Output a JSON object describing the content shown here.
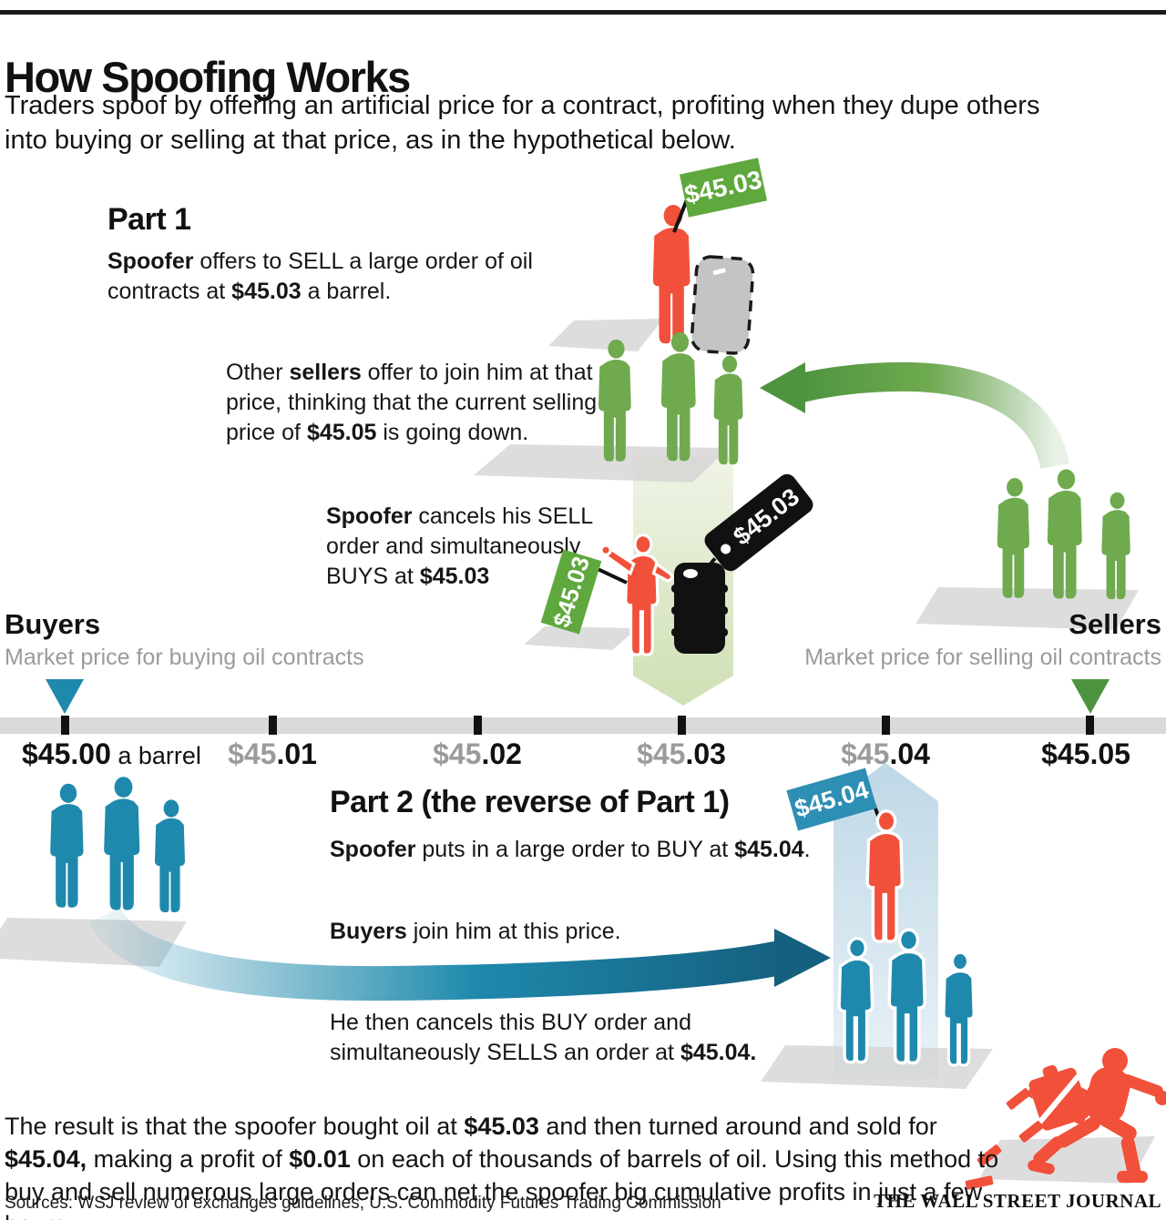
{
  "colors": {
    "red": "#f1503a",
    "green": "#6faa4f",
    "green-dark": "#4e9440",
    "green-flag": "#5fa83d",
    "band-green-light": "#f0f4e6",
    "band-green": "#cfe0b4",
    "teal": "#1e89ac",
    "teal-dark": "#15607f",
    "teal-flag": "#2e8fb4",
    "band-blue": "#bfd8e6",
    "band-blue-light": "#e9f2f7",
    "axis-gray": "#dadada",
    "text-gray": "#9b9b9b",
    "shadow-gray": "#d2d2d2",
    "placeholder-gray": "#c4c4c4"
  },
  "header": {
    "title": "How Spoofing Works",
    "subtitle_line1": "Traders spoof by offering an artificial price for a contract, profiting when they dupe others",
    "subtitle_line2": "into buying or selling at that price, as in the hypothetical below."
  },
  "part1": {
    "heading": "Part 1",
    "step1": {
      "s0": "Spoofer",
      "s1": " offers to SELL a large order of oil contracts at ",
      "s2": "$45.03",
      "s3": " a barrel."
    },
    "step2": {
      "s0": "Other ",
      "s1": "sellers",
      "s2": " offer to join him at that price, thinking that the current selling price of ",
      "s3": "$45.05",
      "s4": " is going down."
    },
    "step3": {
      "s0": "Spoofer",
      "s1": " cancels his SELL order and simultaneously BUYS at ",
      "s2": "$45.03"
    }
  },
  "flags": {
    "sell_flag": "$45.03",
    "dropped_flag": "$45.03",
    "price_tag": "$45.03",
    "buy_flag": "$45.04"
  },
  "axis": {
    "buyers": "Buyers",
    "buyers_sub": "Market price for buying oil contracts",
    "sellers": "Sellers",
    "sellers_sub": "Market price for selling oil contracts",
    "ticks": [
      {
        "gray": "",
        "black": "$45.00",
        "suffix": " a barrel"
      },
      {
        "gray": "$45",
        "black": ".01"
      },
      {
        "gray": "$45",
        "black": ".02"
      },
      {
        "gray": "$45",
        "black": ".03"
      },
      {
        "gray": "$45",
        "black": ".04"
      },
      {
        "gray": "",
        "black": "$45.05"
      }
    ]
  },
  "part2": {
    "heading": "Part 2 (the reverse of Part 1)",
    "step1": {
      "s0": "Spoofer",
      "s1": " puts in a large order to BUY at ",
      "s2": "$45.04",
      "s3": "."
    },
    "step2": {
      "s0": "Buyers",
      "s1": " join him at this price."
    },
    "step3": {
      "s0": "He then cancels this BUY order and simultaneously SELLS an order at ",
      "s1": "$45.04."
    }
  },
  "result": {
    "s0": "The result is that the spoofer bought oil at ",
    "s1": "$45.03",
    "s2": " and then turned around and sold for ",
    "s3": "$45.04,",
    "s4": " making a profit of ",
    "s5": "$0.01",
    "s6": " on each of thousands of barrels of oil. Using this method to buy and sell numerous large orders can net the spoofer big cumulative profits in just a few hours."
  },
  "footer": {
    "sources": "Sources: WSJ review of exchanges guidelines; U.S. Commodity Futures Trading Commission",
    "logo": "THE WALL STREET JOURNAL"
  }
}
